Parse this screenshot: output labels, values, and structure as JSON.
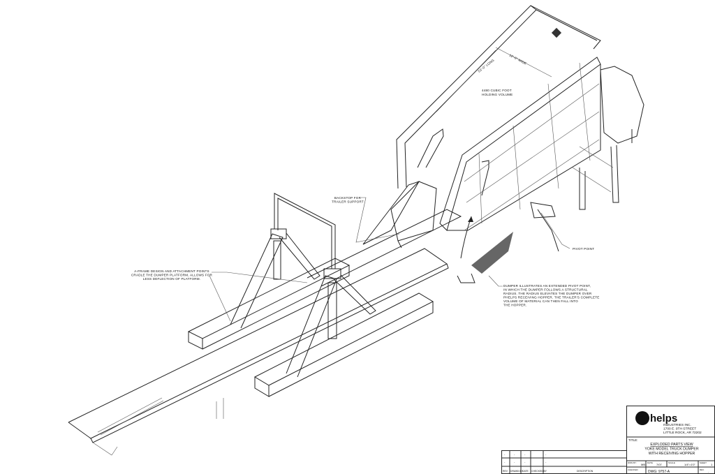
{
  "annotations": {
    "volume": [
      "4480 CUBIC FOOT",
      "HOLDING VOLUME"
    ],
    "length_dim": "53'-0\" LONG",
    "width_dim": "12'-0\" WIDE",
    "backstop": [
      "BACKSTOP FOR",
      "TRAILER SUPPORT"
    ],
    "aframe": [
      "A-FRAME DESIGN AND ATTACHMENT POINTS",
      "CRADLE THE DUMPER PLATFORM, ALLOWS FOR",
      "LESS DEFLECTION OF PLATFORM."
    ],
    "pivot": "PIVOT POINT",
    "dumper": [
      "DUMPER ILLUSTRATES AN EXTENDED PIVOT POINT,",
      "IN WHICH THE DUMPER FOLLOWS A STRUCTURAL",
      "RADIUS. THE RADIUS ELEVATES THE DUMPER OVER",
      "PHELPS RECEIVING HOPPER. THE TRAILER'S COMPLETE",
      "VOLUME OF MATERIAL CAN THEN FALL INTO",
      "THE HOPPER."
    ]
  },
  "title_block": {
    "company": "helps",
    "company_logo_letter": "P",
    "address": [
      "INDUSTRIES INC.",
      "1700 E. 9TH STREET",
      "LITTLE ROCK, AR 72202"
    ],
    "title_label": "TITLE:",
    "title_lines": [
      "EXPLODED PARTS VIEW",
      "YOKE MODEL TRUCK DUMPER",
      "WITH RECEIVING HOPPER"
    ],
    "dwn_by_label": "DWN BY:",
    "dwn_by": "MB",
    "date_label": "DATE",
    "date": "7/07",
    "scale_label": "SCALE",
    "scale": "1/4\"=1'0\"",
    "sheet_label": "SHEET",
    "sheet": "1",
    "checked_label": "CHECKED",
    "dwg": "DWG: 9757-A",
    "rev_label": "REV.",
    "rev": "-"
  },
  "revision_table": {
    "headers": [
      "REV",
      "DRAWN BY",
      "DATE",
      "CHECKED BY",
      "DESCRIPTION"
    ],
    "rows": [
      [
        "-",
        "-",
        "-",
        "",
        "-"
      ],
      [
        "-",
        "-",
        "-",
        "",
        "-"
      ]
    ]
  }
}
